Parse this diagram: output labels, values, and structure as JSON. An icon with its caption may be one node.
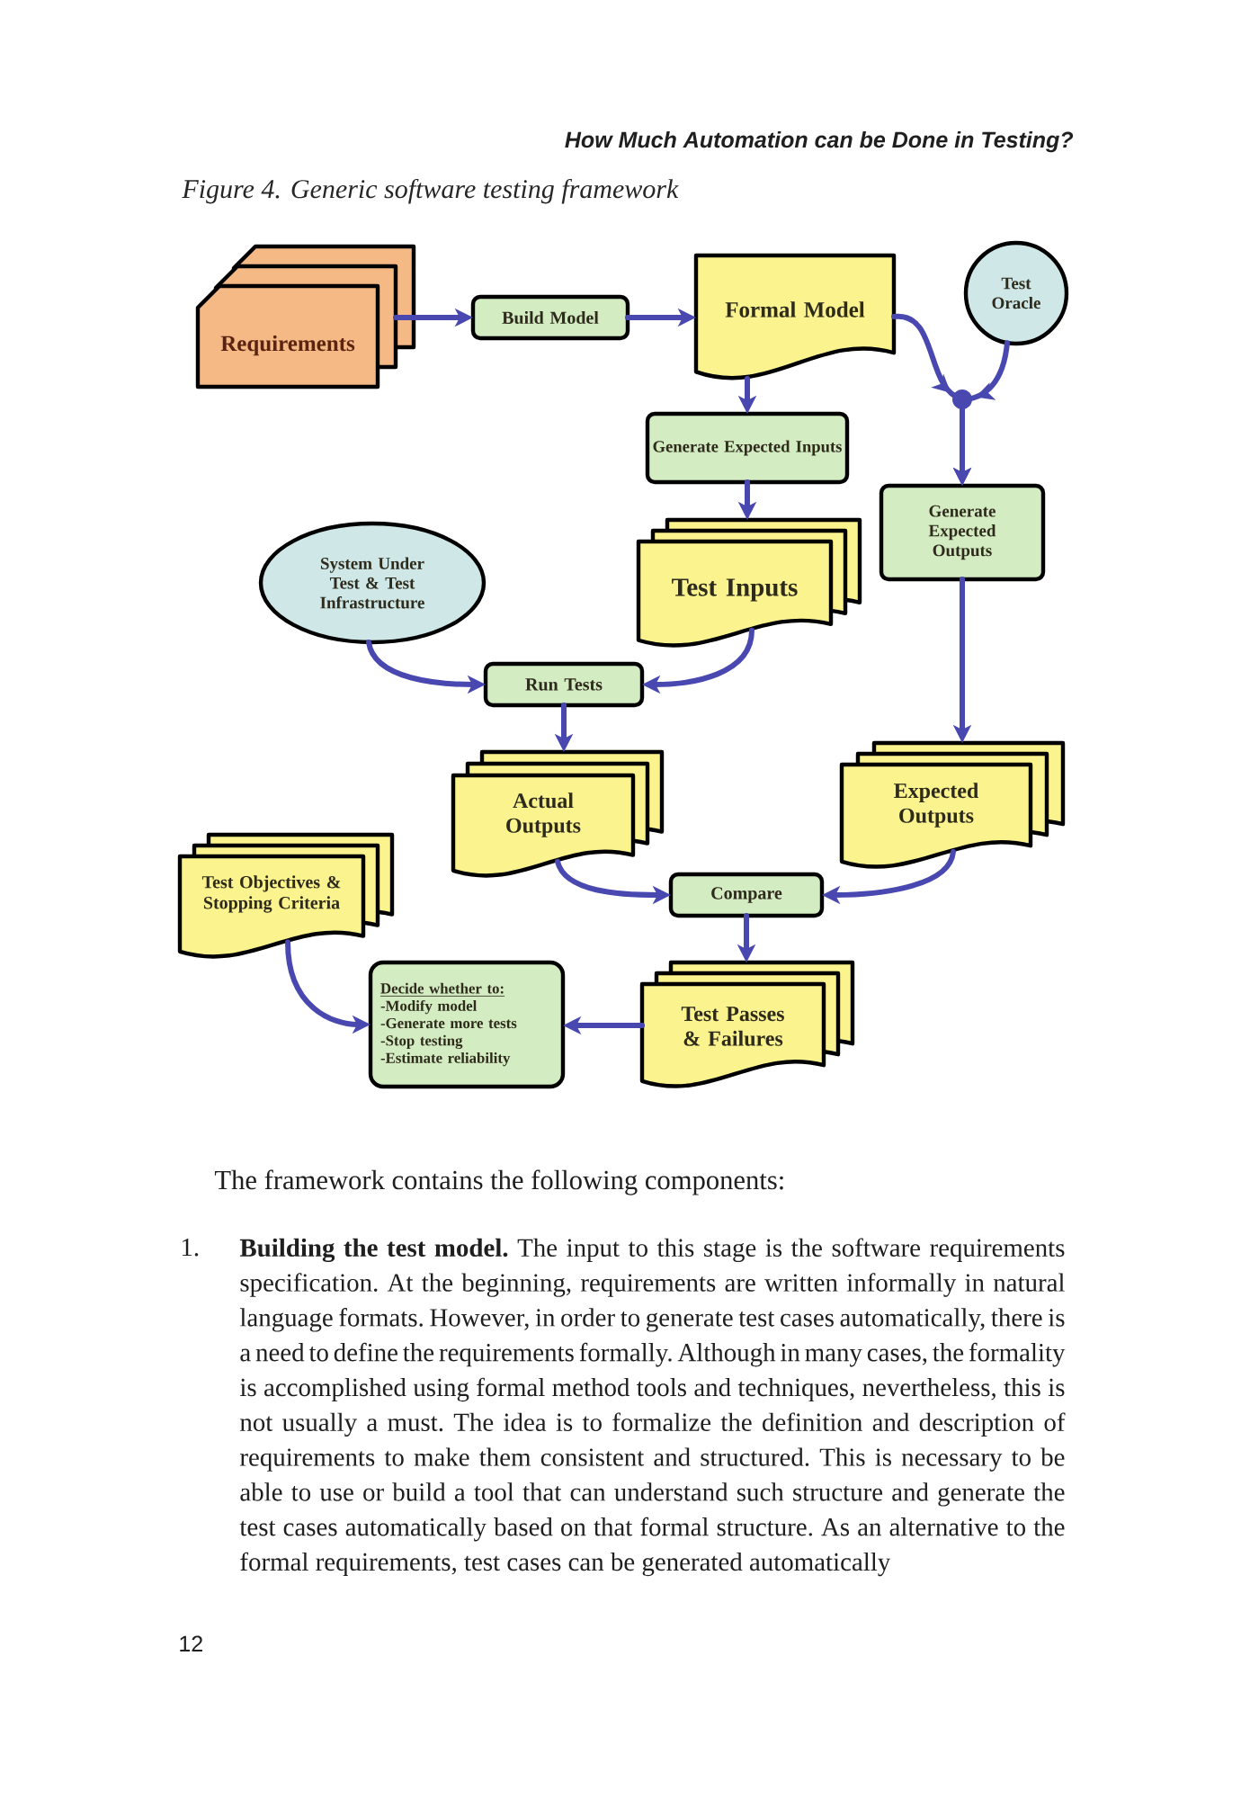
{
  "diagram": {
    "caption": "Figure 4. Generic software testing framework",
    "nodes": [
      {
        "text": [
          "Requirements"
        ]
      },
      {
        "text": [
          "Build Model"
        ]
      },
      {
        "text": [
          "Formal Model"
        ]
      },
      {
        "text": [
          "Test Oracle"
        ]
      },
      {
        "text": [
          "Generate Expected Inputs"
        ]
      },
      {
        "text": [
          "Generate Expected Outputs"
        ]
      },
      {
        "text": [
          "System Under Test & Test Infrastructure"
        ]
      },
      {
        "text": [
          "Test Inputs"
        ]
      },
      {
        "text": [
          "Run Tests"
        ]
      },
      {
        "text": [
          "Actual Outputs"
        ]
      },
      {
        "text": [
          "Expected Outputs"
        ]
      },
      {
        "text": [
          "Test Objectives & Stopping Criteria"
        ]
      },
      {
        "text": [
          "Compare"
        ]
      },
      {
        "text": [
          "Decide whether to:",
          "-Modify model",
          "-Generate more tests",
          "-Stop testing",
          "-Estimate reliability"
        ]
      },
      {
        "text": [
          "Test Passes & Failures"
        ]
      }
    ],
    "edges": [
      {
        "from": 0,
        "to": 1,
        "arrow": "to"
      },
      {
        "from": 1,
        "to": 2,
        "arrow": "to"
      },
      {
        "from": 2,
        "to": 4,
        "arrow": "to"
      },
      {
        "from": 2,
        "to": 5,
        "arrow": "to"
      },
      {
        "from": 3,
        "to": 5,
        "arrow": "to"
      },
      {
        "from": 4,
        "to": 7,
        "arrow": "to"
      },
      {
        "from": 6,
        "to": 8,
        "arrow": "to"
      },
      {
        "from": 7,
        "to": 8,
        "arrow": "to"
      },
      {
        "from": 8,
        "to": 9,
        "arrow": "to"
      },
      {
        "from": 5,
        "to": 10,
        "arrow": "to"
      },
      {
        "from": 9,
        "to": 12,
        "arrow": "to"
      },
      {
        "from": 10,
        "to": 12,
        "arrow": "to"
      },
      {
        "from": 12,
        "to": 14,
        "arrow": "to"
      },
      {
        "from": 14,
        "to": 13,
        "arrow": "to"
      },
      {
        "from": 11,
        "to": 13,
        "arrow": "to"
      }
    ],
    "labels": [
      "How Much Automation can be Done in Testing?",
      "The framework contains the following components:",
      "1.",
      "**Building the test model.** The input to this stage is the software requirements specification. At the beginning, requirements are written informally in natural language formats. However, in order to generate test cases automatically, there is a need to define the requirements formally. Although in many cases, the formality is accomplished using formal method tools and techniques, nevertheless, this is not usually a must. The idea is to formalize the definition and description of requirements to make them consistent and structured. This is necessary to be able to use or build a tool that can understand such structure and generate the test cases automatically based on that formal structure. As an alternative to the formal requirements, test cases can be generated automatically",
      "12"
    ]
  }
}
